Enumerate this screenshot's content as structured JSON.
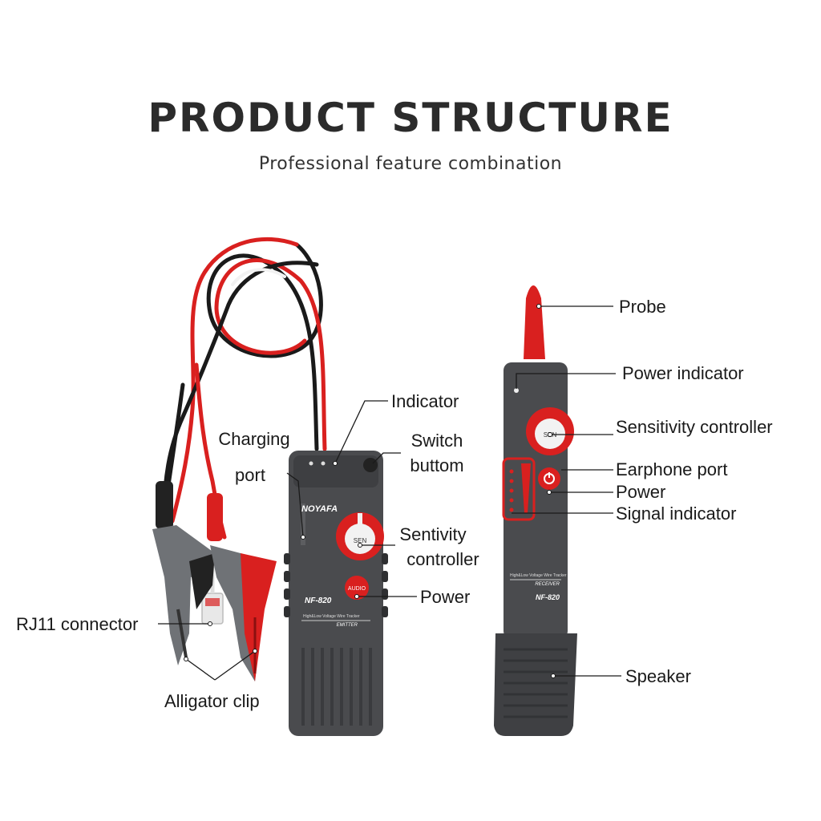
{
  "header": {
    "title": "PRODUCT STRUCTURE",
    "subtitle": "Professional feature combination"
  },
  "emitter": {
    "brand": "NOYAFA",
    "model": "NF-820",
    "device_name": "EMITTER",
    "tagline": "High&Low Voltage Wire Tracker",
    "knob_text": "SEN",
    "button_text": "AUDIO",
    "labels": {
      "indicator": "Indicator",
      "charging_port_1": "Charging",
      "charging_port_2": "port",
      "switch_button_1": "Switch",
      "switch_button_2": "buttom",
      "sensitivity_1": "Sentivity",
      "sensitivity_2": "controller",
      "power": "Power",
      "rj11": "RJ11 connector",
      "alligator": "Alligator clip"
    }
  },
  "receiver": {
    "model": "NF-820",
    "device_name": "RECEIVER",
    "tagline": "High&Low Voltage Wire Tracker",
    "knob_text": "SEN",
    "labels": {
      "probe": "Probe",
      "power_indicator": "Power indicator",
      "sensitivity": "Sensitivity controller",
      "earphone": "Earphone port",
      "power": "Power",
      "signal": "Signal indicator",
      "speaker": "Speaker"
    }
  },
  "colors": {
    "device_body": "#4a4b4e",
    "accent_red": "#d9201f",
    "cable_black": "#1a1a1a",
    "clip_gray": "#6f7276"
  }
}
